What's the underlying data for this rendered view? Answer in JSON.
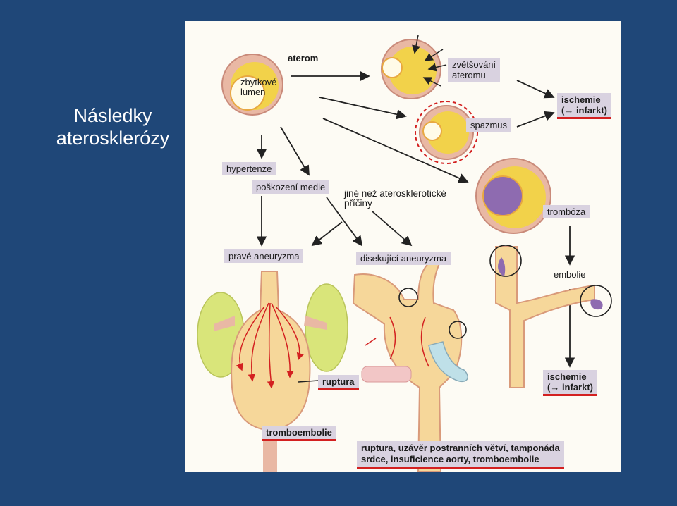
{
  "slide": {
    "title_line1": "Následky",
    "title_line2": "aterosklerózy"
  },
  "diagram": {
    "labels": {
      "aterom": "aterom",
      "zbytkove_lumen_1": "zbytkové",
      "zbytkove_lumen_2": "lumen",
      "zvetsovani_1": "zvětšování",
      "zvetsovani_2": "ateromu",
      "spazmus": "spazmus",
      "ischemie_top_1": "ischemie",
      "ischemie_top_2": "(→ infarkt)",
      "hypertenze": "hypertenze",
      "poskozeni_medie": "poškození medie",
      "jine_1": "jiné než aterosklerotické",
      "jine_2": "příčiny",
      "tromboza": "trombóza",
      "prave_aneuryzma": "pravé aneuryzma",
      "disekujici_aneuryzma": "disekující aneuryzma",
      "embolie": "embolie",
      "ruptura": "ruptura",
      "ischemie_bottom_1": "ischemie",
      "ischemie_bottom_2": "(→ infarkt)",
      "tromboembolie": "tromboembolie",
      "bottom_caption_1": "ruptura, uzávěr postranních větví, tamponáda",
      "bottom_caption_2": "srdce, insuficience aorty, tromboembolie"
    },
    "colors": {
      "background": "#1f4778",
      "vessel_wall": "#e9b8a4",
      "atheroma": "#f2d24a",
      "lumen": "#fffbe8",
      "thrombus": "#8e6bb0",
      "arrow_red": "#d32020",
      "kidney": "#d9e57a",
      "label_box": "#d9d2e0"
    }
  }
}
